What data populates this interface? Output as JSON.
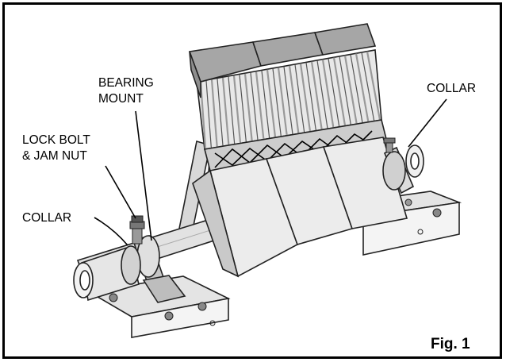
{
  "labels": {
    "bearing_mount_line1": "BEARING",
    "bearing_mount_line2": "MOUNT",
    "collar_right": "COLLAR",
    "lock_bolt_line1": "LOCK BOLT",
    "lock_bolt_line2": "& JAM NUT",
    "collar_left": "COLLAR"
  },
  "figure_label": "Fig. 1",
  "colors": {
    "border": "#000000",
    "background": "#ffffff",
    "blade_top": "#a6a6a6",
    "metal_light": "#ececec",
    "metal_mid": "#d4d4d4",
    "metal_dark": "#9a9a9a",
    "line": "#222222"
  }
}
